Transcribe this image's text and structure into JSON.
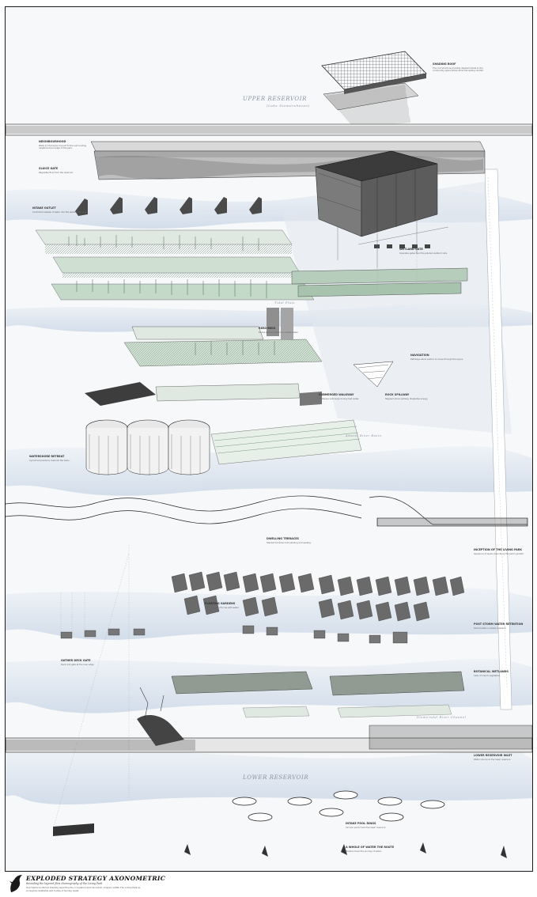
{
  "title": "EXPLODED STRATEGY AXONOMETRIC",
  "subtitle": "Revealing the layered flow choreography of the Living Park",
  "description": "Descriptive technical drawing depicting the occupation and relocation of layers within The Living Park as ecological, habitable and routes of moving water.",
  "script_labels": {
    "upper_reservoir": "UPPER RESERVOIR",
    "upper_reservoir_sub": "(Lake Diemershaven)",
    "lower_reservoir": "LOWER RESERVOIR",
    "bottom_river": "Diemersdal River Channel",
    "mid_river": "Amstel River Basin",
    "tidal_field": "Tidal Flats"
  },
  "callouts": [
    {
      "id": "shading-roof",
      "title": "SHADING ROOF",
      "text": "The roof structure provides dappled shade to the community space below while harvesting rainfall."
    },
    {
      "id": "neighbourhood",
      "title": "NEIGHBOURHOOD",
      "text": "Walls and terraces connect to the surrounding neighbourhood edge of the park."
    },
    {
      "id": "sluice-gate",
      "title": "SLUICE GATE",
      "text": "Regulates flow from the reservoir."
    },
    {
      "id": "intake-outlet",
      "title": "INTAKE OUTLET",
      "text": "Controlled release of water into the wetland terraces."
    },
    {
      "id": "wetland-gate",
      "title": "WETLAND GATE",
      "text": "Operable gates feed the planted wetland cells."
    },
    {
      "id": "reed-beds",
      "title": "REED BEDS",
      "text": "Dense planting filters and slows water."
    },
    {
      "id": "navigation",
      "title": "NAVIGATION",
      "text": "Pathways allow visitors to move through the layers."
    },
    {
      "id": "submerged-walkway",
      "title": "SUBMERGED WALKWAY",
      "text": "Walkways submerge during high water."
    },
    {
      "id": "rock-spillway",
      "title": "ROCK SPILLWAY",
      "text": "Stepped stone spillway dissipates energy."
    },
    {
      "id": "water-retreat",
      "title": "WATERSHORE RETREAT",
      "text": "Cylindrical pavilions overlook the basin."
    },
    {
      "id": "dwelling-terraces",
      "title": "DWELLING TERRACES",
      "text": "Stacked terraces hold planting and seating."
    },
    {
      "id": "living-park",
      "title": "INCEPTION OF THE LIVING PARK",
      "text": "Sequence of layers describing the park's growth."
    },
    {
      "id": "post-storm",
      "title": "POST STORM WATER RETENTION",
      "text": "Stored water is slowly released."
    },
    {
      "id": "wetland-cells",
      "title": "BOTANICAL WETLANDS",
      "text": "Cells of marsh vegetation."
    },
    {
      "id": "floating-gardens",
      "title": "FLOATING GARDENS",
      "text": "Garden platforms rise with water."
    },
    {
      "id": "lower-inlet",
      "title": "LOWER RESERVOIR INLET",
      "text": "Water returns to the lower reservoir."
    },
    {
      "id": "flood-gate",
      "title": "GATHER DECK GATE",
      "text": "Deck and gate at the river edge."
    },
    {
      "id": "intake-pool",
      "title": "INTAKE POOL RINGS",
      "text": "Circular pools mark the lower reservoir."
    },
    {
      "id": "water-journey",
      "title": "A WHOLE OF WATER THE ROUTE",
      "text": "Markers trace the journey of water."
    }
  ],
  "colors": {
    "ink": "#2b2b2b",
    "wetland_green": "#9fbfa6",
    "water_blue": "#c9d6e6",
    "paper": "#f7f8f9"
  },
  "icons": {
    "footer": "bird-silhouette-icon"
  }
}
